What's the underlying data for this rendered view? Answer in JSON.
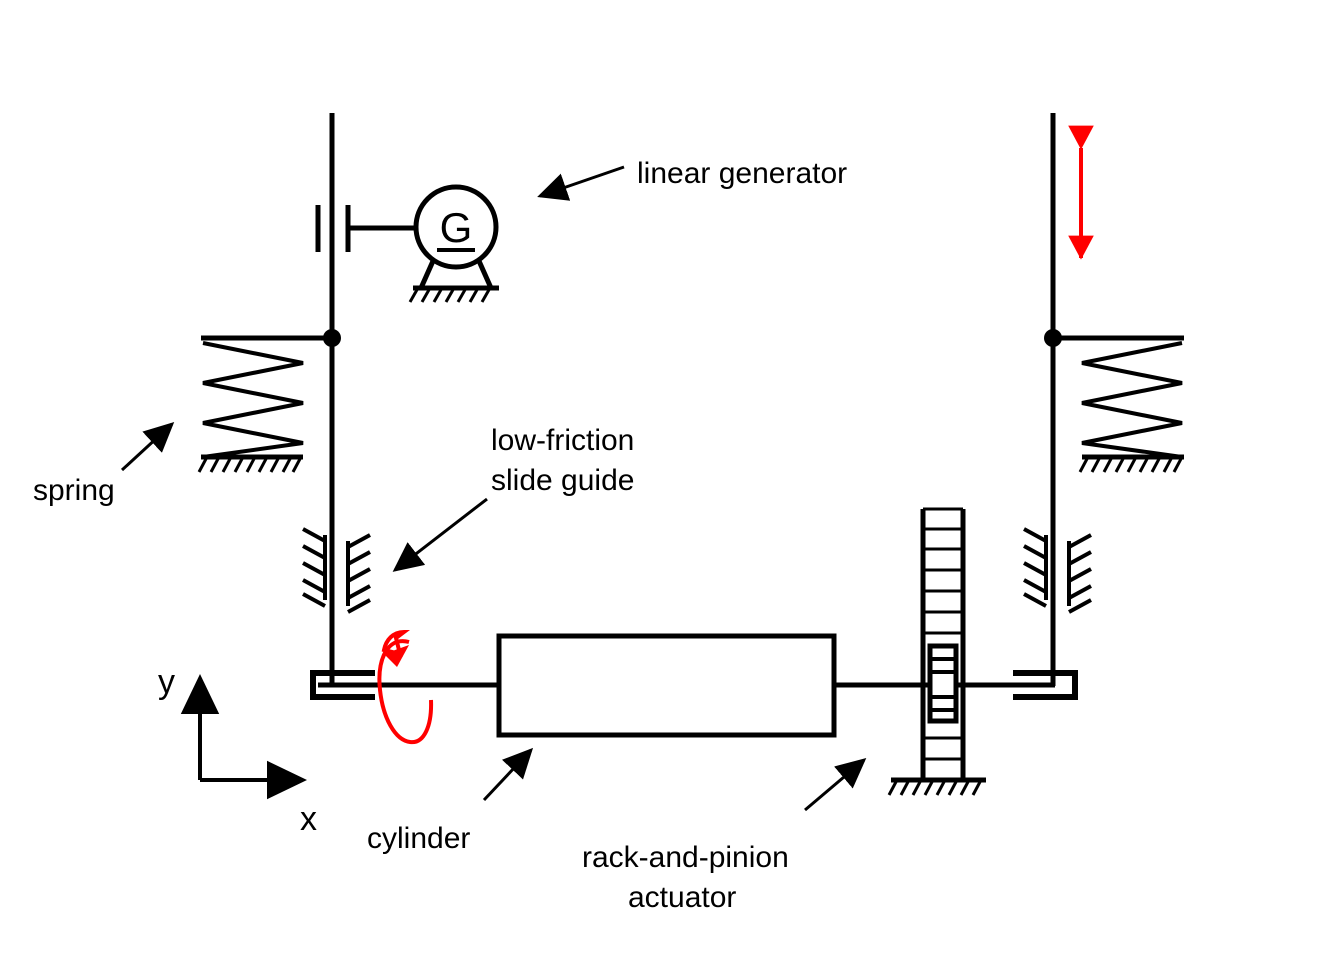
{
  "diagram": {
    "title": "Linear generator with rack-and-pinion actuator schematic",
    "background": "#ffffff",
    "stroke_color": "#000000",
    "accent_color": "#ff0000"
  },
  "labels": {
    "linear_generator": "linear generator",
    "spring": "spring",
    "low_friction_line1": "low-friction",
    "low_friction_line2": "slide guide",
    "cylinder": "cylinder",
    "rack_line1": "rack-and-pinion",
    "rack_line2": "actuator",
    "axis_x": "x",
    "axis_y": "y",
    "generator_symbol": "G"
  },
  "components": [
    {
      "name": "linear-generator",
      "symbol": "G",
      "label": "linear generator"
    },
    {
      "name": "spring-left",
      "label": "spring",
      "coils": 5
    },
    {
      "name": "spring-right",
      "label": "spring",
      "coils": 5
    },
    {
      "name": "slide-guide-left",
      "label": "low-friction slide guide"
    },
    {
      "name": "slide-guide-right",
      "label": "low-friction slide guide"
    },
    {
      "name": "cylinder",
      "label": "cylinder"
    },
    {
      "name": "rack-and-pinion-actuator",
      "label": "rack-and-pinion actuator"
    },
    {
      "name": "bearing-left",
      "label": "bearing"
    },
    {
      "name": "bearing-right",
      "label": "bearing"
    }
  ],
  "annotations": {
    "vertical_motion_arrow": "vertical-motion",
    "rotation_arrow": "shaft-rotation"
  }
}
